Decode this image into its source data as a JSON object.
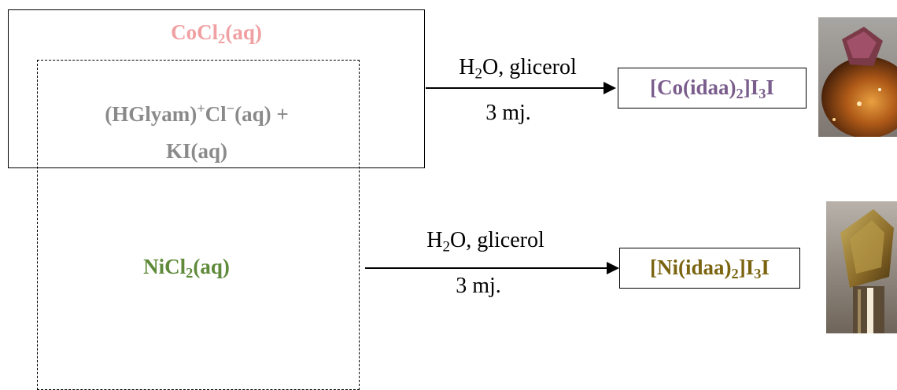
{
  "colors": {
    "cobalt_reagent": "#f0a0a2",
    "ligand_reagent": "#8a8a8a",
    "nickel_reagent": "#5e8a3a",
    "cobalt_product": "#7a5d8c",
    "nickel_product": "#7a6410"
  },
  "reagents": {
    "cocl2": {
      "main": "CoCl",
      "sub": "2",
      "tail": "(aq)"
    },
    "ligand": {
      "line1_a": "(HGlyam)",
      "line1_sup1": "+",
      "line1_b": "Cl",
      "line1_sup2": "−",
      "line1_c": "(aq) +",
      "line2": "KI(aq)"
    },
    "nicl2": {
      "main": "NiCl",
      "sub": "2",
      "tail": "(aq)"
    }
  },
  "reactions": [
    {
      "solvent_a": "H",
      "solvent_sub": "2",
      "solvent_b": "O, glicerol",
      "time": "3 mj.",
      "product": {
        "a": "[Co(idaa)",
        "sub1": "2",
        "b": "]I",
        "sub2": "3",
        "c": "I"
      },
      "photo": "cobalt-crystal-photo"
    },
    {
      "solvent_a": "H",
      "solvent_sub": "2",
      "solvent_b": "O, glicerol",
      "time": "3 mj.",
      "product": {
        "a": "[Ni(idaa)",
        "sub1": "2",
        "b": "]I",
        "sub2": "3",
        "c": "I"
      },
      "photo": "nickel-crystal-photo"
    }
  ]
}
